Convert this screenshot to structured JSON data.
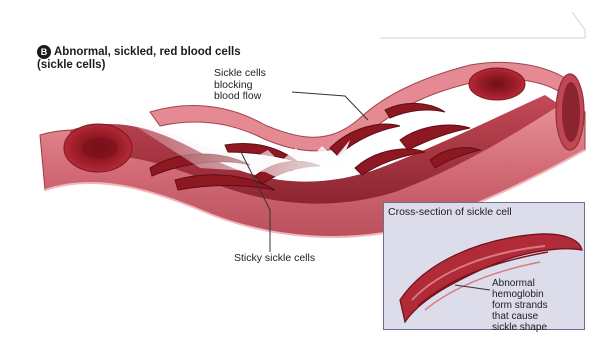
{
  "panel": {
    "badge": "B",
    "title_line1": "Abnormal, sickled, red blood cells",
    "title_line2": "(sickle cells)"
  },
  "callouts": {
    "blocking": [
      "Sickle cells",
      "blocking",
      "blood flow"
    ],
    "sticky": "Sticky sickle cells",
    "hemoglobin": [
      "Abnormal",
      "hemoglobin",
      "form strands",
      "that cause",
      "sickle shape"
    ]
  },
  "inset": {
    "title": "Cross-section of sickle cell"
  },
  "colors": {
    "vessel_wall": "#d9707a",
    "vessel_inner": "#b83a48",
    "vessel_dark": "#7a1820",
    "cell": "#a3202c",
    "inset_bg": "#dcdcea",
    "inset_border": "#6b6e8e"
  }
}
